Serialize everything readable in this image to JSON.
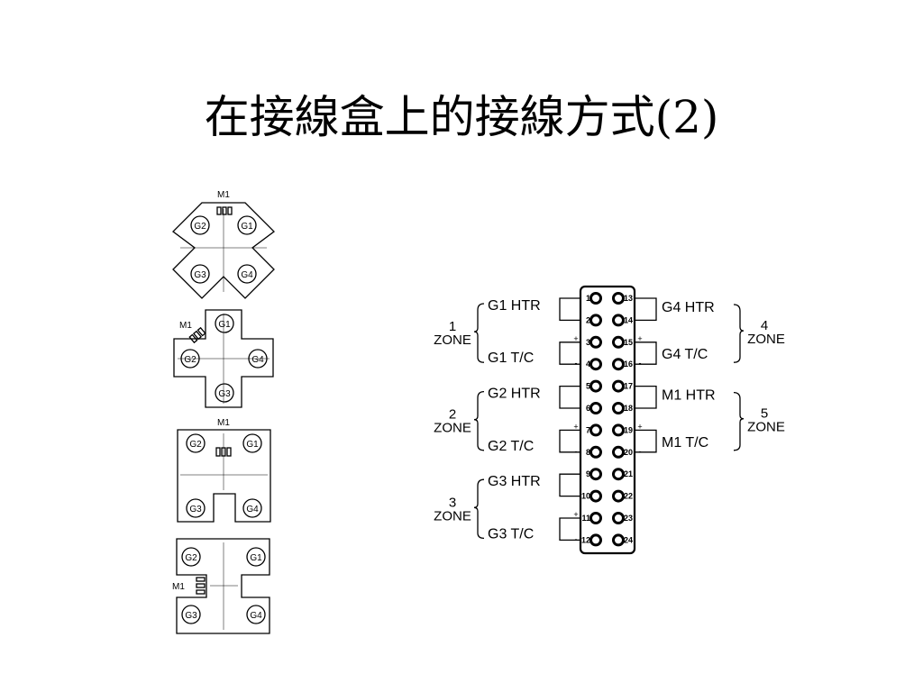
{
  "title": "在接線盒上的接線方式(2)",
  "heater_layouts": {
    "m1": "M1",
    "g1": "G1",
    "g2": "G2",
    "g3": "G3",
    "g4": "G4"
  },
  "terminal": {
    "left_pins": [
      "1",
      "2",
      "3",
      "4",
      "5",
      "6",
      "7",
      "8",
      "9",
      "10",
      "11",
      "12"
    ],
    "right_pins": [
      "13",
      "14",
      "15",
      "16",
      "17",
      "18",
      "19",
      "20",
      "21",
      "22",
      "23",
      "24"
    ],
    "plus": "+",
    "minus": "-",
    "zones": [
      {
        "num": "1",
        "word": "ZONE",
        "htr": "G1  HTR",
        "tc": "G1  T/C"
      },
      {
        "num": "2",
        "word": "ZONE",
        "htr": "G2  HTR",
        "tc": "G2  T/C"
      },
      {
        "num": "3",
        "word": "ZONE",
        "htr": "G3  HTR",
        "tc": "G3  T/C"
      },
      {
        "num": "4",
        "word": "ZONE",
        "htr": "G4  HTR",
        "tc": "G4  T/C"
      },
      {
        "num": "5",
        "word": "ZONE",
        "htr": "M1  HTR",
        "tc": "M1  T/C"
      }
    ]
  }
}
